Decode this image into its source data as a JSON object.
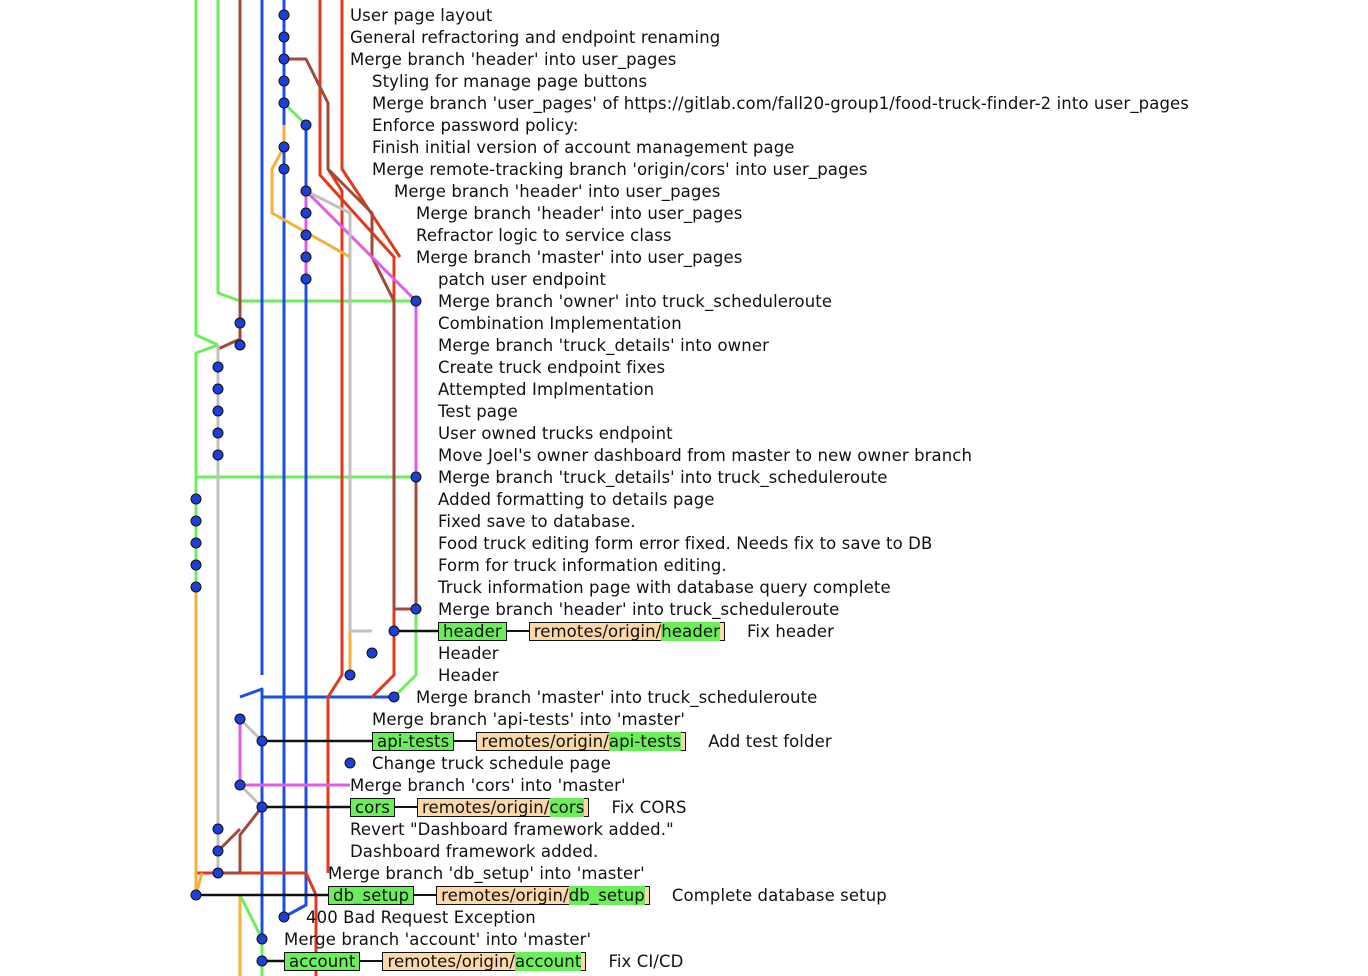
{
  "colors": {
    "red": "#e03a1e",
    "blue": "#1c4fe0",
    "green": "#6cee5a",
    "brown": "#a04a3a",
    "orange": "#f5b03c",
    "gray": "#c0c0c0",
    "magenta": "#e05ce6",
    "node": "#1c3fd8",
    "local_ref_bg": "#6cee5a",
    "remote_ref_bg": "#fcd7a8"
  },
  "remote_prefix": "remotes/origin/",
  "commits": [
    {
      "message": "User page layout"
    },
    {
      "message": "General refractoring and endpoint renaming"
    },
    {
      "message": "Merge branch 'header' into user_pages"
    },
    {
      "message": "Styling for manage page buttons"
    },
    {
      "message": "Merge branch 'user_pages' of https://gitlab.com/fall20-group1/food-truck-finder-2 into user_pages"
    },
    {
      "message": "Enforce password policy:"
    },
    {
      "message": "Finish initial version of account management page"
    },
    {
      "message": "Merge remote-tracking branch 'origin/cors' into user_pages"
    },
    {
      "message": "Merge branch 'header' into user_pages"
    },
    {
      "message": "Merge branch 'header' into user_pages"
    },
    {
      "message": "Refractor logic to service class"
    },
    {
      "message": "Merge branch 'master' into user_pages"
    },
    {
      "message": "patch user endpoint"
    },
    {
      "message": "Merge branch 'owner' into truck_scheduleroute"
    },
    {
      "message": "Combination Implementation"
    },
    {
      "message": "Merge branch 'truck_details' into owner"
    },
    {
      "message": "Create truck endpoint fixes"
    },
    {
      "message": "Attempted Implmentation"
    },
    {
      "message": "Test page"
    },
    {
      "message": "User owned trucks endpoint"
    },
    {
      "message": "Move Joel's owner dashboard from master to new owner branch"
    },
    {
      "message": "Merge branch 'truck_details' into truck_scheduleroute"
    },
    {
      "message": "Added formatting to details page"
    },
    {
      "message": "Fixed save to database."
    },
    {
      "message": "Food truck editing form error fixed. Needs fix to save to DB"
    },
    {
      "message": "Form for truck information editing."
    },
    {
      "message": "Truck information page with database query complete"
    },
    {
      "message": "Merge branch 'header' into truck_scheduleroute"
    },
    {
      "message": "Fix header",
      "branch": "header",
      "remote_branch": "header"
    },
    {
      "message": "Header"
    },
    {
      "message": "Header"
    },
    {
      "message": "Merge branch 'master' into truck_scheduleroute"
    },
    {
      "message": "Merge branch 'api-tests' into 'master'"
    },
    {
      "message": "Add test folder",
      "branch": "api-tests",
      "remote_branch": "api-tests"
    },
    {
      "message": "Change truck schedule page"
    },
    {
      "message": "Merge branch 'cors' into 'master'"
    },
    {
      "message": "Fix CORS",
      "branch": "cors",
      "remote_branch": "cors"
    },
    {
      "message": "Revert \"Dashboard framework added.\""
    },
    {
      "message": "Dashboard framework added."
    },
    {
      "message": "Merge branch 'db_setup' into 'master'"
    },
    {
      "message": "Complete database setup",
      "branch": "db_setup",
      "remote_branch": "db_setup"
    },
    {
      "message": "400 Bad Request Exception"
    },
    {
      "message": "Merge branch 'account' into 'master'"
    },
    {
      "message": "Fix CI/CD",
      "branch": "account",
      "remote_branch": "account"
    }
  ]
}
